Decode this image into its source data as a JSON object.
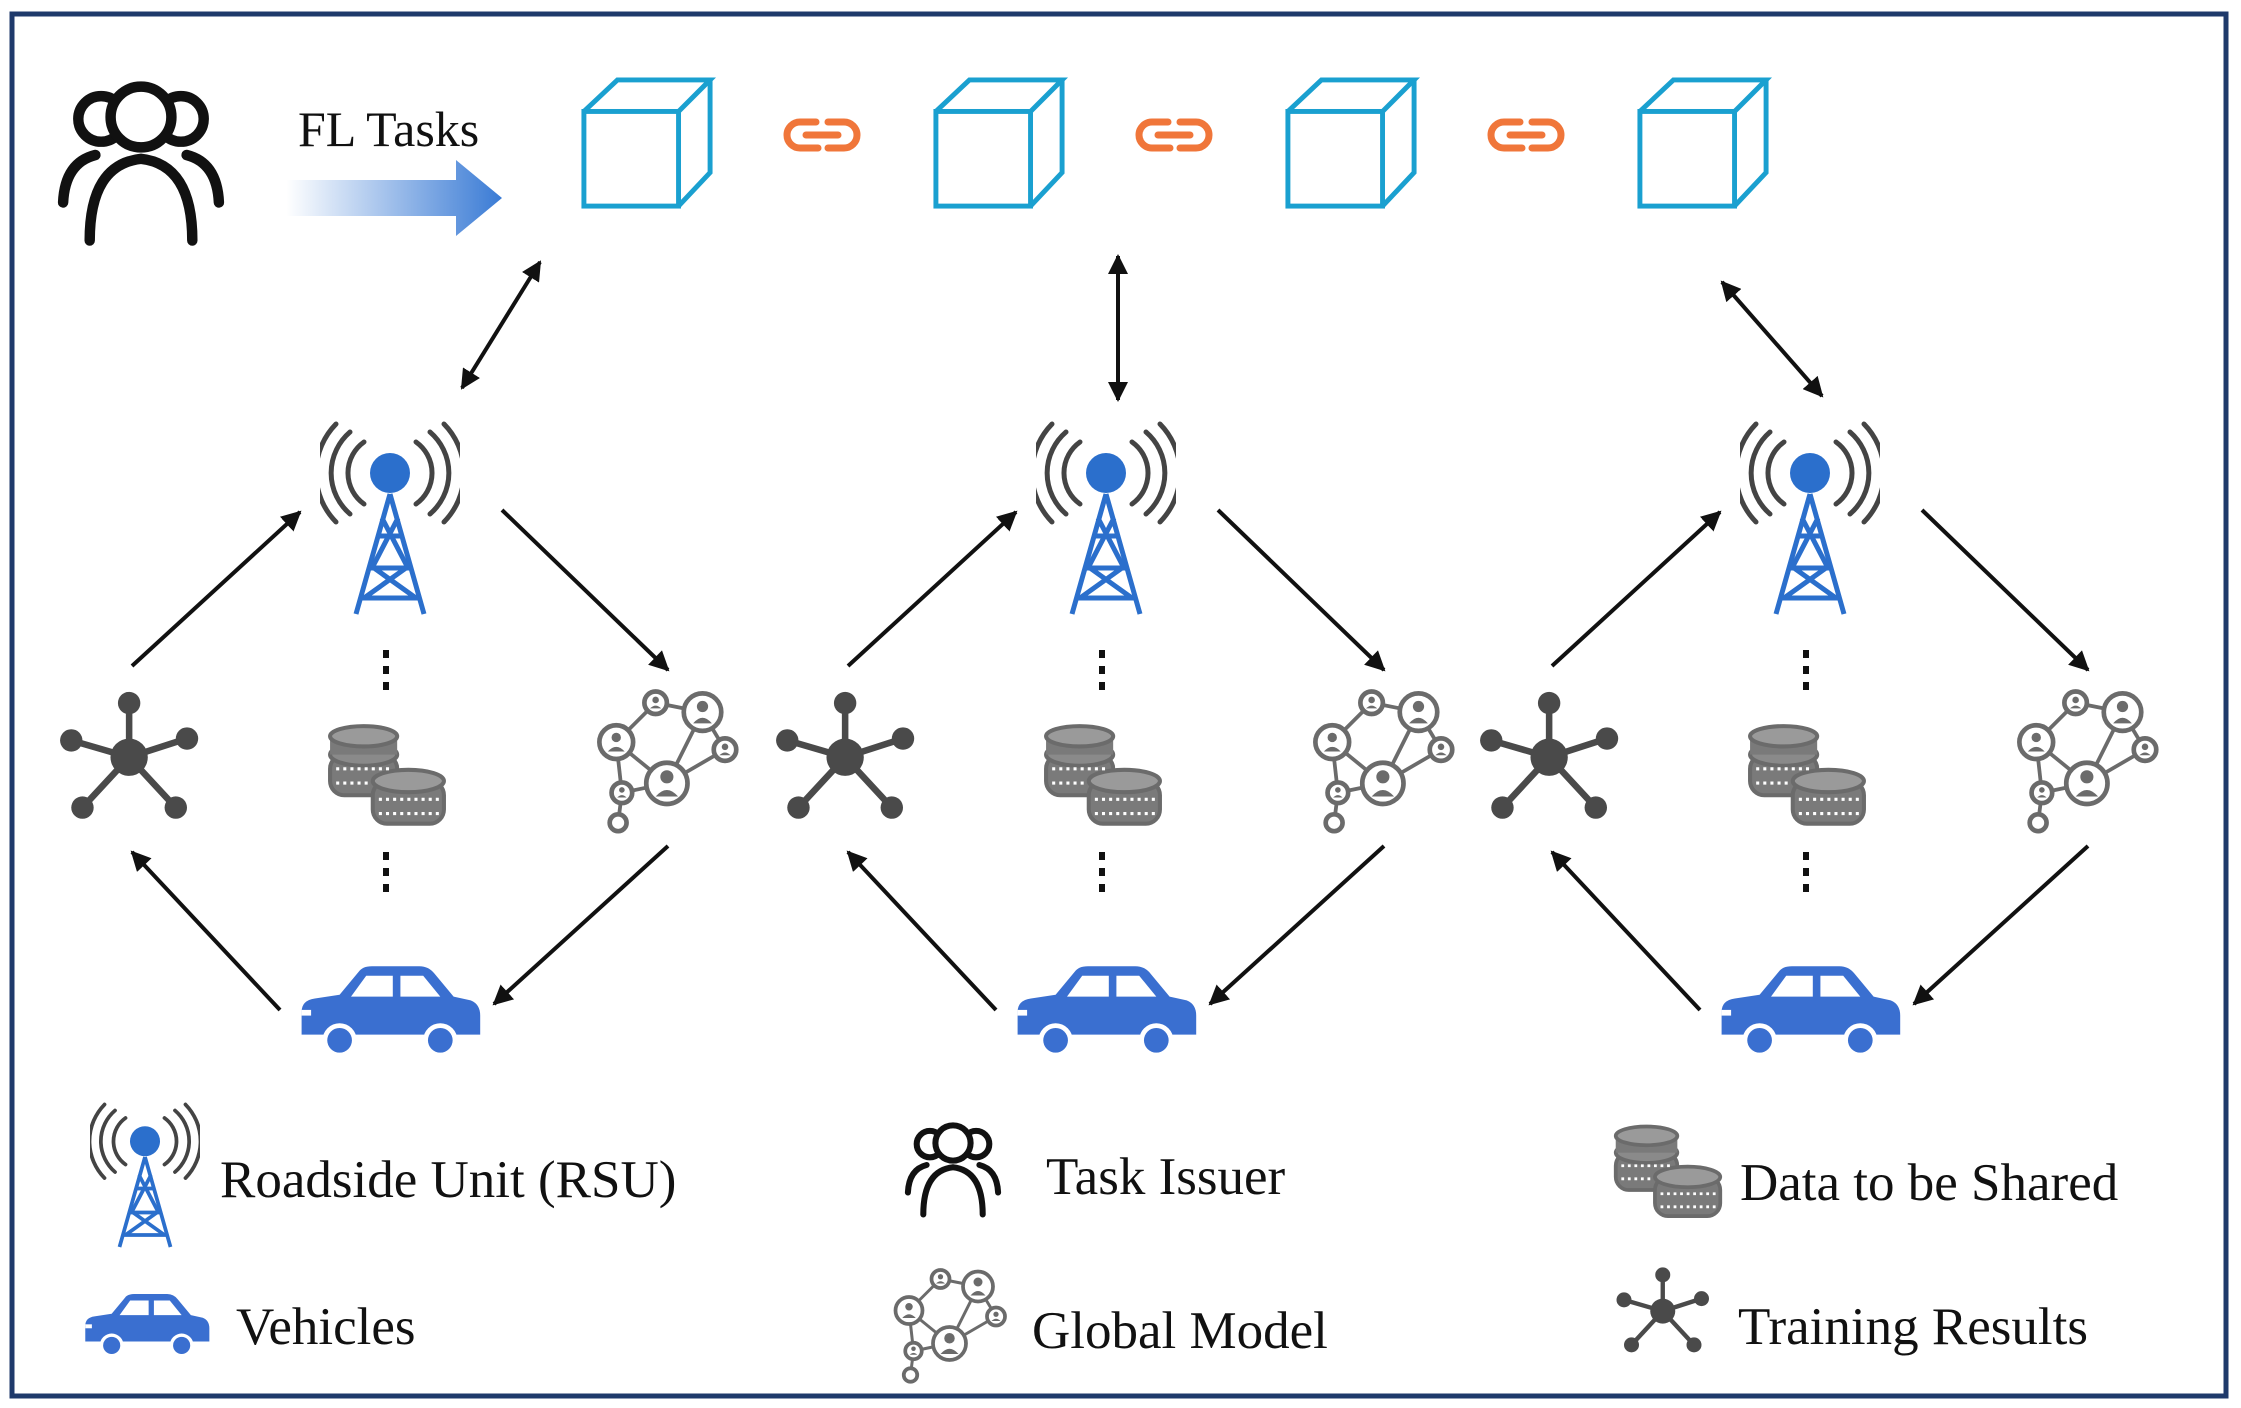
{
  "task_label": "FL Tasks",
  "colors": {
    "frame": "#1f3a6b",
    "block": "#1aa0d0",
    "chain_link": "#f0763a",
    "rsu_blue": "#2b6fcc",
    "vehicle_blue": "#3a6fd0",
    "gray_icon": "#6b6b6b",
    "dark_icon": "#4a4a4a",
    "arrow": "#111111"
  },
  "legend": {
    "rsu": "Roadside Unit (RSU)",
    "task_issuer": "Task Issuer",
    "data_shared": "Data to be Shared",
    "vehicles": "Vehicles",
    "global_model": "Global Model",
    "training_results": "Training Results"
  },
  "icons": {
    "blockchain_block": "cube-icon",
    "chain": "chain-link-icon",
    "task_issuer": "people-group-icon",
    "rsu": "antenna-tower-icon",
    "data": "coin-stack-icon",
    "model": "network-graph-icon",
    "training": "hub-node-icon",
    "vehicle": "car-icon"
  }
}
